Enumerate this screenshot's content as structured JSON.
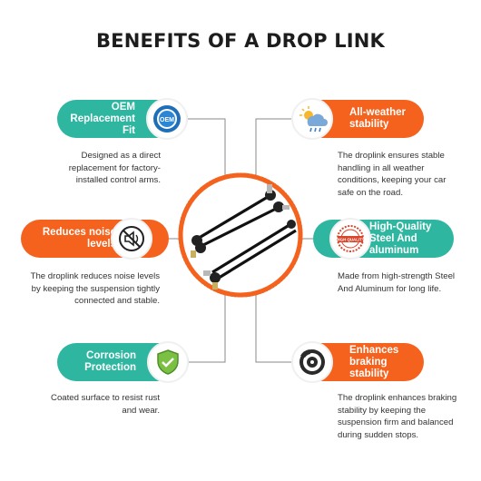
{
  "title": "BENEFITS OF A DROP LINK",
  "features": {
    "oem": {
      "label": "OEM\nReplacement Fit",
      "icon": "oem-badge-icon",
      "badge_text": "OEM",
      "description": "Designed as a direct replacement for factory-installed control arms."
    },
    "weather": {
      "label": "All-weather\nstability",
      "icon": "weather-icon",
      "description": "The droplink ensures stable handling in all weather conditions, keeping your car safe on the road."
    },
    "noise": {
      "label": "Reduces noise\nlevels",
      "icon": "no-noise-icon",
      "description": "The droplink reduces noise levels by keeping the suspension tightly connected and stable."
    },
    "steel": {
      "label": "High-Quality\nSteel And\naluminum",
      "icon": "high-quality-stamp-icon",
      "stamp_text": "HIGH QUALITY",
      "description": "Made from high-strength Steel And Aluminum for long life."
    },
    "corrosion": {
      "label": "Corrosion\nProtection",
      "icon": "shield-check-icon",
      "description": "Coated surface to resist rust and wear."
    },
    "braking": {
      "label": "Enhances\nbraking\nstability",
      "icon": "brake-disc-icon",
      "description": "The droplink enhances braking stability by keeping the suspension firm and balanced during sudden stops."
    }
  },
  "colors": {
    "teal": "#2eb6a0",
    "orange": "#f5621d",
    "line": "#8a8a8a"
  }
}
